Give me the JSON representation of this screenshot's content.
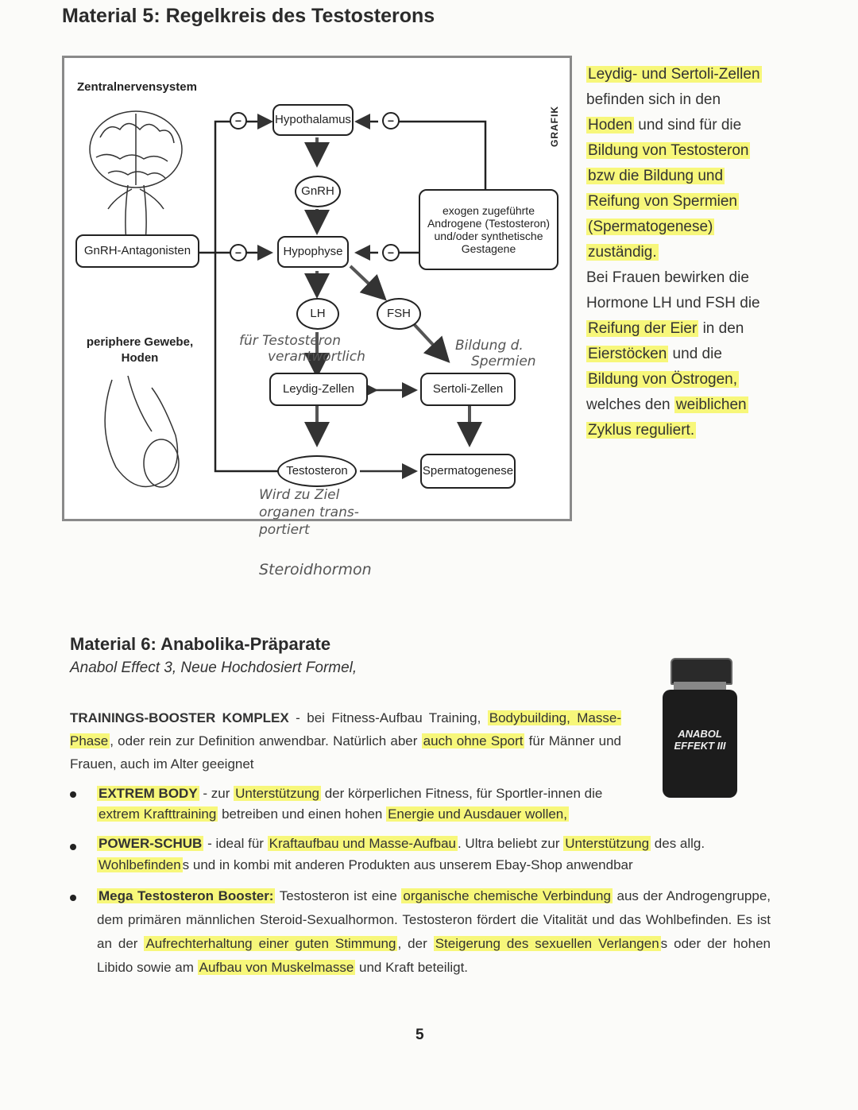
{
  "material5": {
    "title": "Material 5: Regelkreis des Testosterons",
    "diagram": {
      "zns_label": "Zentralnervensystem",
      "hypothalamus": "Hypothalamus",
      "gnrh": "GnRH",
      "hypophyse": "Hypophyse",
      "gnrh_antagonisten": "GnRH-Antagonisten",
      "exogen": "exogen zugeführte Androgene (Testosteron) und/oder synthetische Gestagene",
      "lh": "LH",
      "fsh": "FSH",
      "periphere": "periphere Gewebe, Hoden",
      "leydig": "Leydig-Zellen",
      "sertoli": "Sertoli-Zellen",
      "testosteron": "Testosteron",
      "spermatogenese": "Spermatogenese",
      "minus": "−",
      "grafik_label": "GRAFIK"
    },
    "handwritten": {
      "fuer_testosteron_1": "für Testosteron",
      "fuer_testosteron_2": "verantwortlich",
      "bildung_1": "Bildung d.",
      "bildung_2": "Spermien",
      "wird_1": "Wird zu Ziel",
      "wird_2": "organen trans-",
      "wird_3": "portiert",
      "steroid": "Steroidhormon"
    },
    "side_text": {
      "t1": "Leydig- und Sertoli-Zellen",
      "t2": "befinden sich in den",
      "t3a": "Hoden",
      "t3b": " und sind für die",
      "t4": "Bildung von Testosteron",
      "t5": "bzw die Bildung und",
      "t6": "Reifung von Spermien",
      "t7": "(Spermatogenese)",
      "t8": "zuständig.",
      "t9": "Bei Frauen bewirken die",
      "t10": "Hormone LH und FSH die",
      "t11a": "Reifung der Eier",
      "t11b": " in den",
      "t12a": "Eierstöcken",
      "t12b": " und die",
      "t13": "Bildung von Östrogen,",
      "t14a": "welches den ",
      "t14b": "weiblichen",
      "t15": "Zyklus reguliert."
    }
  },
  "material6": {
    "title": "Material 6: Anabolika-Präparate",
    "subtitle": "Anabol Effect 3, Neue Hochdosiert Formel,",
    "product_label": "ANABOL EFFEKT III",
    "intro": {
      "a": "TRAININGS-BOOSTER KOMPLEX",
      "b": " - bei Fitness-Aufbau Training, ",
      "c": "Bodybuilding, Masse-Phase",
      "d": ", oder rein zur Definition anwendbar. Natürlich aber ",
      "e": "auch ohne Sport",
      "f": " für Männer und Frauen, auch im Alter geeignet"
    },
    "bullet1": {
      "a": "EXTREM BODY",
      "b": " - zur ",
      "c": "Unterstützung",
      "d": " der körperlichen Fitness, für Sportler-innen die ",
      "e": "extrem Krafttraining",
      "f": " betreiben und einen hohen ",
      "g": "Energie und Ausdauer wollen,"
    },
    "bullet2": {
      "a": "POWER-SCHUB",
      "b": " - ideal für ",
      "c": "Kraftaufbau und Masse-Aufbau",
      "d": ". Ultra beliebt zur ",
      "e": "Unterstützung",
      "f": " des allg. ",
      "g": "Wohlbefinden",
      "h": "s und in kombi mit anderen Produkten aus unserem Ebay-Shop anwendbar"
    },
    "bullet3": {
      "a": "Mega Testosteron Booster:",
      "b": " Testosteron ist eine ",
      "c": "organische chemische Verbindung",
      "d": " aus der Androgengruppe, dem primären männlichen Steroid-Sexualhormon. Testosteron fördert die Vitalität und das Wohlbefinden. Es ist an der ",
      "e": "Aufrechterhaltung einer guten Stimmung",
      "f": ", der ",
      "g": "Steigerung des sexuellen Verlangen",
      "h": "s oder der hohen Libido sowie am ",
      "i": "Aufbau von Muskelmasse",
      "j": " und Kraft beteiligt."
    }
  },
  "page_number": "5",
  "colors": {
    "highlight": "#f7f77a",
    "text": "#333333"
  }
}
